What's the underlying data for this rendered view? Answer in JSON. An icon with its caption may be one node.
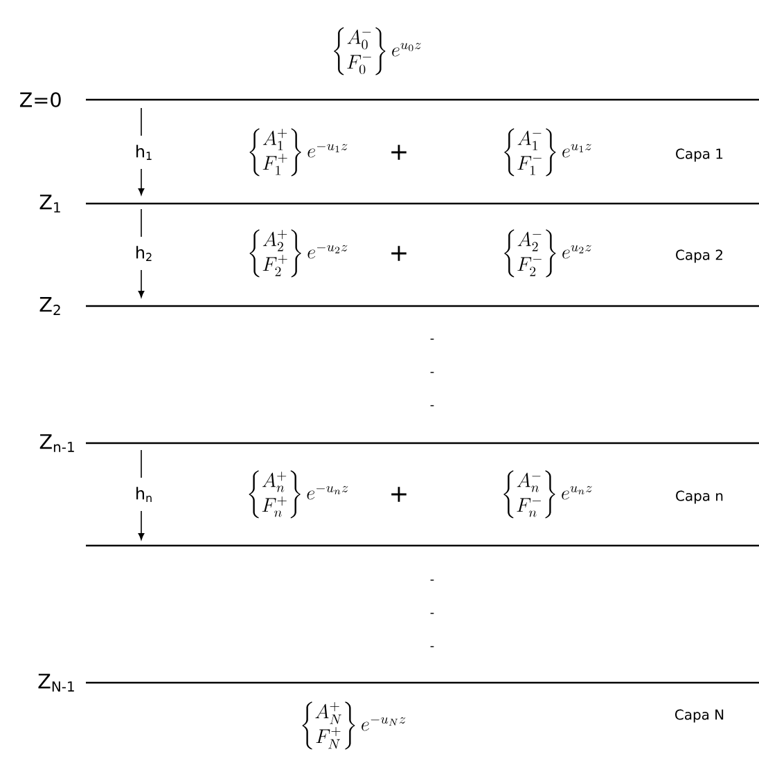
{
  "diagram": {
    "labels": [
      "\\left\\{\\begin{matrix}A_{0}^{-}\\\\F_{0}^{-}\\end{matrix}\\right\\}e^{u_{0}z}",
      "Z=0",
      "h$_{1}$",
      "\\left\\{\\begin{matrix}A_{1}^{+}\\\\F_{1}^{+}\\end{matrix}\\right\\}e^{-u_{1}z}",
      "+",
      "\\left\\{\\begin{matrix}A_{1}^{-}\\\\F_{1}^{-}\\end{matrix}\\right\\}e^{u_{1}z}",
      "Capa 1",
      "Z$_{1}$",
      "h$_{2}$",
      "\\left\\{\\begin{matrix}A_{2}^{+}\\\\F_{2}^{+}\\end{matrix}\\right\\}e^{-u_{2}z}",
      "+",
      "\\left\\{\\begin{matrix}A_{2}^{-}\\\\F_{2}^{-}\\end{matrix}\\right\\}e^{u_{2}z}",
      "Capa 2",
      "Z$_{2}$",
      "-",
      "-",
      "-",
      "Z$_{n-1}$",
      "h$_{n}$",
      "\\left\\{\\begin{matrix}A_{n}^{+}\\\\F_{n}^{+}\\end{matrix}\\right\\}e^{-u_{n}z}",
      "+",
      "\\left\\{\\begin{matrix}A_{n}^{-}\\\\F_{n}^{-}\\end{matrix}\\right\\}e^{u_{n}z}",
      "Capa n",
      "-",
      "-",
      "-",
      "Z$_{N-1}$",
      "\\left\\{\\begin{matrix}A_{N}^{+}\\\\F_{N}^{+}\\end{matrix}\\right\\}e^{-u_{N}z}",
      "Capa N"
    ]
  }
}
